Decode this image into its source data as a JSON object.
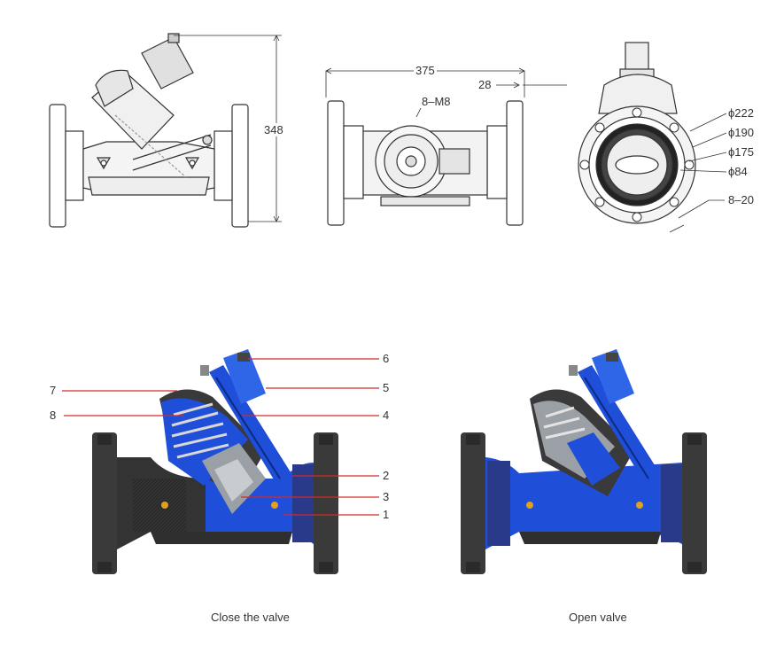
{
  "drawings": {
    "side_view": {
      "dimensions": {
        "height": "348"
      }
    },
    "front_view": {
      "dimensions": {
        "length": "375",
        "offset": "28",
        "bolt": "8–M8"
      }
    },
    "end_view": {
      "dimensions": {
        "d1": "ϕ222",
        "d2": "ϕ190",
        "d3": "ϕ175",
        "d4": "ϕ84",
        "holes": "8–20"
      }
    }
  },
  "cutaways": {
    "closed": {
      "caption": "Close the valve",
      "callouts": [
        "7",
        "8",
        "6",
        "5",
        "4",
        "2",
        "3",
        "1"
      ]
    },
    "open": {
      "caption": "Open valve"
    }
  },
  "colors": {
    "body_blue": "#1f4ed8",
    "dark_body": "#3a3a3a",
    "callout_line": "#d42a2a",
    "line": "#333333"
  }
}
